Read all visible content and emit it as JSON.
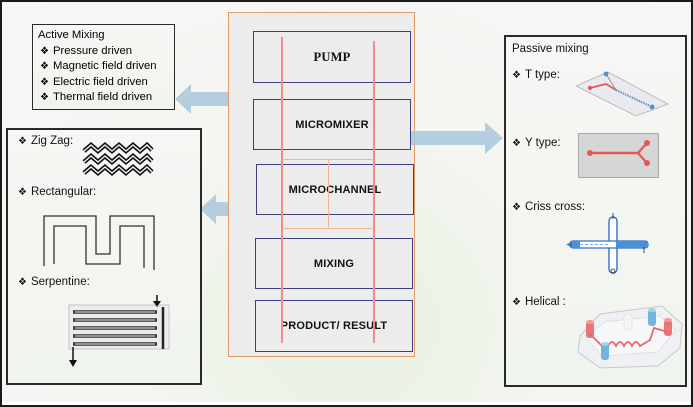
{
  "diagram": {
    "bullet_glyph": "❖",
    "active_mixing": {
      "title": "Active Mixing",
      "items": [
        "Pressure driven",
        "Magnetic field driven",
        "Electric field driven",
        "Thermal field driven"
      ]
    },
    "channel_geometries": [
      {
        "label": "Zig Zag:",
        "icon": "zigzag-channel-icon"
      },
      {
        "label": "Rectangular:",
        "icon": "rectangular-channel-icon"
      },
      {
        "label": "Serpentine:",
        "icon": "serpentine-channel-icon"
      }
    ],
    "process_stages": [
      "PUMP",
      "MICROMIXER",
      "MICROCHANNEL",
      "MIXING",
      "PRODUCT/ RESULT"
    ],
    "passive_mixing": {
      "title": "Passive mixing",
      "items": [
        {
          "label": "T type:",
          "icon": "t-type-mixer-icon"
        },
        {
          "label": "Y type:",
          "icon": "y-type-mixer-icon"
        },
        {
          "label": "Criss cross:",
          "icon": "criss-cross-mixer-icon"
        },
        {
          "label": "Helical :",
          "icon": "helical-mixer-icon"
        }
      ]
    },
    "colors": {
      "arrow": "#a9c7dc",
      "center_border": "#e09a6a",
      "stage_border": "#3c3f7a",
      "flow_line": "#f08b88",
      "channel_red": "#e05a5a",
      "channel_blue": "#4a90d9"
    }
  }
}
